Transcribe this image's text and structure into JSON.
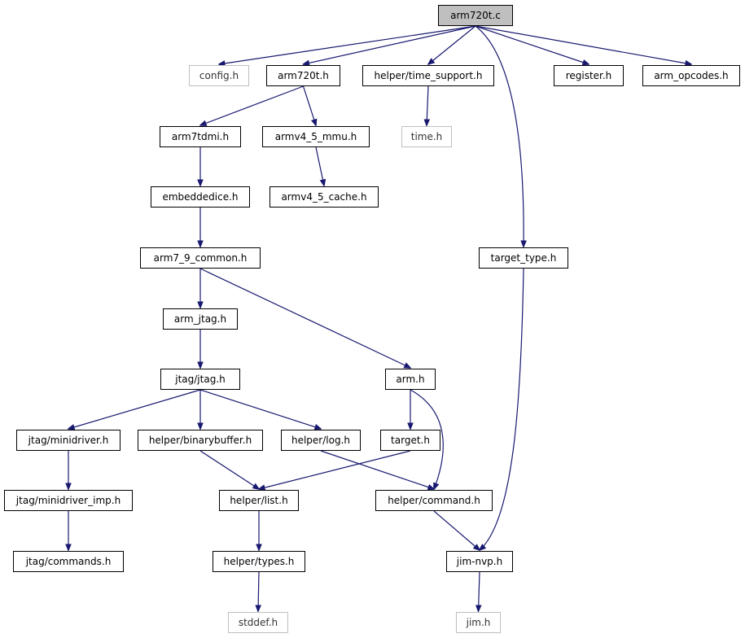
{
  "graph": {
    "colors": {
      "edge": "#191970",
      "node_border": "#000000",
      "external_border": "#bfbfbf",
      "root_fill": "#bfbfbf"
    },
    "nodes": {
      "arm720t_c": "arm720t.c",
      "config_h": "config.h",
      "arm720t_h": "arm720t.h",
      "helper_time_support_h": "helper/time_support.h",
      "register_h": "register.h",
      "arm_opcodes_h": "arm_opcodes.h",
      "arm7tdmi_h": "arm7tdmi.h",
      "armv4_5_mmu_h": "armv4_5_mmu.h",
      "time_h": "time.h",
      "embeddedice_h": "embeddedice.h",
      "armv4_5_cache_h": "armv4_5_cache.h",
      "arm7_9_common_h": "arm7_9_common.h",
      "target_type_h": "target_type.h",
      "arm_jtag_h": "arm_jtag.h",
      "jtag_jtag_h": "jtag/jtag.h",
      "arm_h": "arm.h",
      "jtag_minidriver_h": "jtag/minidriver.h",
      "helper_binarybuffer_h": "helper/binarybuffer.h",
      "helper_log_h": "helper/log.h",
      "target_h": "target.h",
      "jtag_minidriver_imp_h": "jtag/minidriver_imp.h",
      "helper_list_h": "helper/list.h",
      "helper_command_h": "helper/command.h",
      "jtag_commands_h": "jtag/commands.h",
      "helper_types_h": "helper/types.h",
      "jim_nvp_h": "jim-nvp.h",
      "stddef_h": "stddef.h",
      "jim_h": "jim.h"
    },
    "edges": [
      [
        "arm720t_c",
        "config_h"
      ],
      [
        "arm720t_c",
        "arm720t_h"
      ],
      [
        "arm720t_c",
        "helper_time_support_h"
      ],
      [
        "arm720t_c",
        "register_h"
      ],
      [
        "arm720t_c",
        "arm_opcodes_h"
      ],
      [
        "arm720t_c",
        "target_type_h"
      ],
      [
        "arm720t_h",
        "arm7tdmi_h"
      ],
      [
        "arm720t_h",
        "armv4_5_mmu_h"
      ],
      [
        "helper_time_support_h",
        "time_h"
      ],
      [
        "arm7tdmi_h",
        "embeddedice_h"
      ],
      [
        "armv4_5_mmu_h",
        "armv4_5_cache_h"
      ],
      [
        "embeddedice_h",
        "arm7_9_common_h"
      ],
      [
        "arm7_9_common_h",
        "arm_jtag_h"
      ],
      [
        "arm7_9_common_h",
        "arm_h"
      ],
      [
        "arm_jtag_h",
        "jtag_jtag_h"
      ],
      [
        "jtag_jtag_h",
        "jtag_minidriver_h"
      ],
      [
        "jtag_jtag_h",
        "helper_binarybuffer_h"
      ],
      [
        "jtag_jtag_h",
        "helper_log_h"
      ],
      [
        "arm_h",
        "target_h"
      ],
      [
        "arm_h",
        "helper_command_h"
      ],
      [
        "jtag_minidriver_h",
        "jtag_minidriver_imp_h"
      ],
      [
        "jtag_minidriver_imp_h",
        "jtag_commands_h"
      ],
      [
        "helper_binarybuffer_h",
        "helper_list_h"
      ],
      [
        "helper_log_h",
        "helper_command_h"
      ],
      [
        "target_h",
        "helper_list_h"
      ],
      [
        "helper_list_h",
        "helper_types_h"
      ],
      [
        "helper_command_h",
        "jim_nvp_h"
      ],
      [
        "target_type_h",
        "jim_nvp_h"
      ],
      [
        "helper_types_h",
        "stddef_h"
      ],
      [
        "jim_nvp_h",
        "jim_h"
      ]
    ]
  }
}
